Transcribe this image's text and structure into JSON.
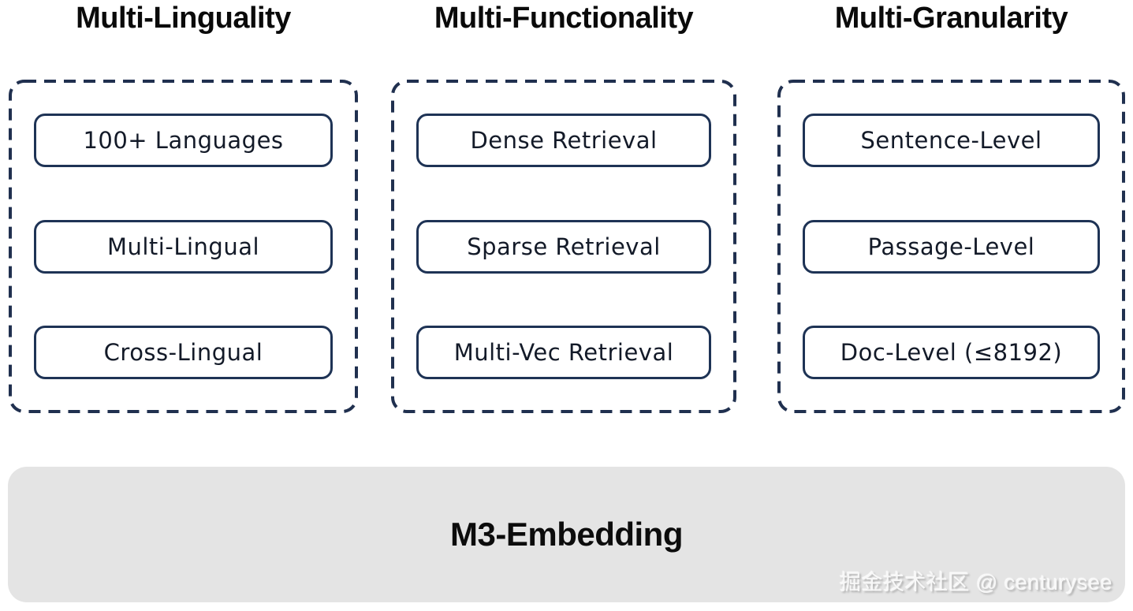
{
  "colors": {
    "dashed_outline": "#20304f",
    "box_border": "#1e3355",
    "box_text": "#131a28",
    "header_text": "#0a0a0a",
    "footer_panel": "#e4e4e4",
    "footer_text": "#0c0c0c",
    "watermark_text": "#f8f8f8",
    "background": "#ffffff"
  },
  "columns": [
    {
      "header": "Multi-Linguality",
      "items": [
        "100+ Languages",
        "Multi-Lingual",
        "Cross-Lingual"
      ]
    },
    {
      "header": "Multi-Functionality",
      "items": [
        "Dense Retrieval",
        "Sparse Retrieval",
        "Multi-Vec Retrieval"
      ]
    },
    {
      "header": "Multi-Granularity",
      "items": [
        "Sentence-Level",
        "Passage-Level",
        "Doc-Level (≤8192)"
      ]
    }
  ],
  "footer": {
    "label": "M3-Embedding"
  },
  "watermark": {
    "text": "掘金技术社区 @ centurysee"
  }
}
